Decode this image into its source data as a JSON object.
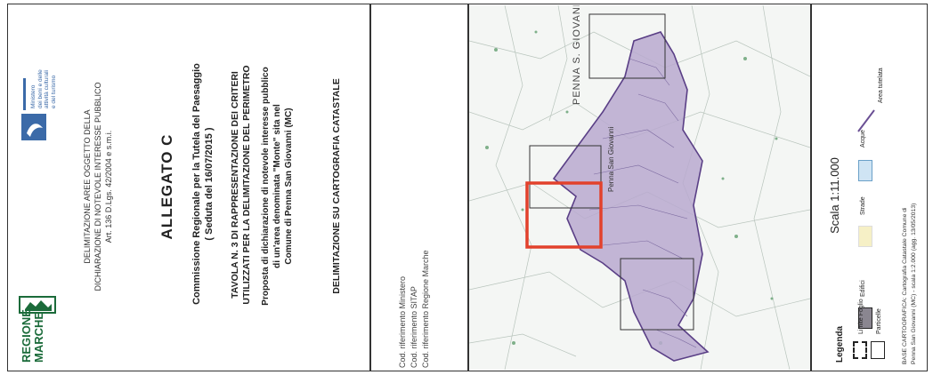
{
  "header": {
    "regione_logo_line1": "REGIONE",
    "regione_logo_line2": "MARCHE",
    "delimitazione_line1": "DELIMITAZIONE AREE OGGETTO DELLA",
    "delimitazione_line2": "DICHIARAZIONE DI NOTEVOLE INTERESSE PUBBLICO",
    "delimitazione_line3": "Art. 136 D.Lgs. 42/2004 e s.m.i.",
    "ministero_line1": "Ministero",
    "ministero_line2": "dei beni e delle",
    "ministero_line3": "attività culturali",
    "ministero_line4": "e del turismo"
  },
  "title_block": {
    "allegato": "ALLEGATO C",
    "commissione_line1": "Commissione Regionale per la Tutela del Paesaggio",
    "commissione_line2": "( Seduta del 16/07/2015 )",
    "tavola_line1": "TAVOLA N. 3 DI RAPPRESENTAZIONE DEI CRITERI",
    "tavola_line2": "UTILIZZATI PER LA DELIMITAZIONE DEL PERIMETRO",
    "proposta_line1": "Proposta di dichiarazione di notevole interesse pubblico",
    "proposta_line2": "di un'area denominata \"Monte\" sita nel",
    "proposta_line3": "Comune di Penna San Giovanni (MC)",
    "delimitazione_catastale": "DELIMITAZIONE SU CARTOGRAFIA CATASTALE"
  },
  "cod_block": {
    "cod1": "Cod. riferimento Ministero",
    "cod2": "Cod. riferimento SITAP",
    "cod3": "Cod. riferimento Regione Marche"
  },
  "map": {
    "label_penna": "PENNA S. GIOVANNI",
    "label_center": "Penna San Giovanni",
    "colors": {
      "area_fill": "#b9a9cf",
      "area_stroke": "#5a3f86",
      "highlight": "#e2412c",
      "background": "#f4f6f4"
    }
  },
  "legend": {
    "scala": "Scala 1:11.000",
    "legenda": "Legenda",
    "limite_foglio": "Limite Foglio",
    "particelle": "Particelle",
    "edifici": "Edifici",
    "strade": "Strade",
    "acque": "Acque",
    "area_tutelata": "Area tutelata",
    "base_line1": "BASE CARTOGRAFICA: Cartografia Catastale Comune di",
    "base_line2": "Penna San Giovanni (MC) - scala 1:2.000 (agg. 13/05/2013)",
    "colors": {
      "edifici": "#8a8690",
      "strade": "#f6f0c6",
      "acque": "#cfe4f4",
      "area_tutelata": "#6a4f94"
    }
  }
}
